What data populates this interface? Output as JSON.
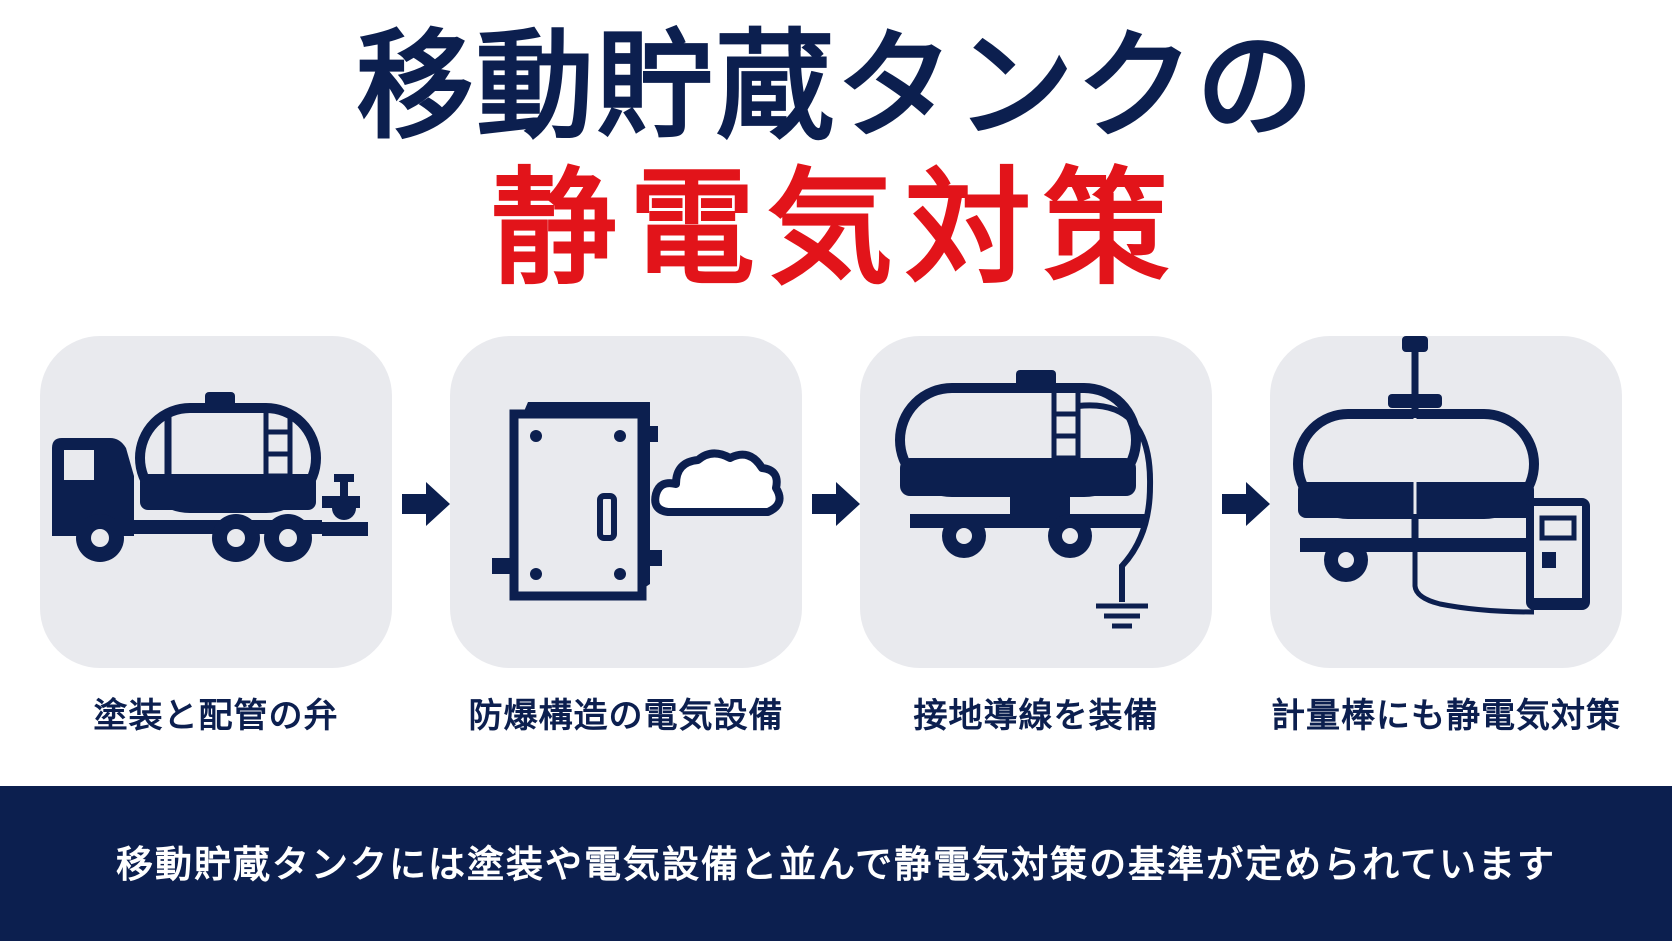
{
  "title": {
    "line1": "移動貯蔵タンクの",
    "line2": "静電気対策"
  },
  "steps": [
    {
      "label": "塗装と配管の弁",
      "icon": "tank-truck-valve-icon"
    },
    {
      "label": "防爆構造の電気設備",
      "icon": "explosion-proof-box-icon"
    },
    {
      "label": "接地導線を装備",
      "icon": "tank-ground-wire-icon"
    },
    {
      "label": "計量棒にも静電気対策",
      "icon": "tank-gauge-rod-icon"
    }
  ],
  "footer": {
    "text": "移動貯蔵タンクには塗装や電気設備と並んで静電気対策の基準が定められています"
  },
  "colors": {
    "navy": "#0c1f4f",
    "red": "#e2141a",
    "card": "#e9eaee"
  }
}
